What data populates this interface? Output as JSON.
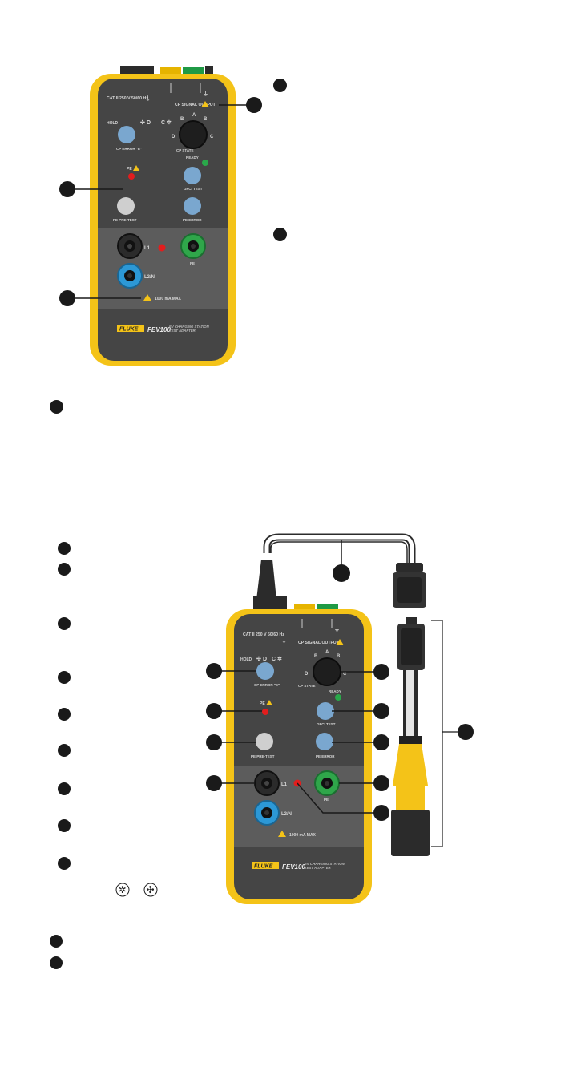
{
  "device": {
    "rating": "CAT II 250 V 50/60 Hz",
    "cp_signal_output": "CP SIGNAL OUTPUT",
    "hold_label": "HOLD",
    "dial_d": "D",
    "dial_c": "C",
    "dial_b": "B",
    "dial_a": "A",
    "cp_error": "CP ERROR \"E\"",
    "cp_state": "CP STATE",
    "ready": "READY",
    "pe": "PE",
    "gfci_test": "GFCI TEST",
    "pe_pre_test": "PE PRE-TEST",
    "pe_error": "PE ERROR",
    "l1": "L1",
    "l2n": "L2/N",
    "pe_jack": "PE",
    "max_current": "1000 mA MAX",
    "brand": "FLUKE",
    "model": "FEV100",
    "desc_line1": "EV CHARGING STATION",
    "desc_line2": "TEST ADAPTER"
  },
  "colors": {
    "housing": "#f4c318",
    "panel": "#454545",
    "panel_lower": "#5a5a5a",
    "button_blue": "#7aa7cf",
    "button_grey": "#cfcfcf",
    "led_red": "#e21d1d",
    "led_green": "#2aa84a",
    "jack_green": "#2fa64a",
    "jack_blue": "#2c98d6",
    "callout": "#1a1a1a"
  }
}
